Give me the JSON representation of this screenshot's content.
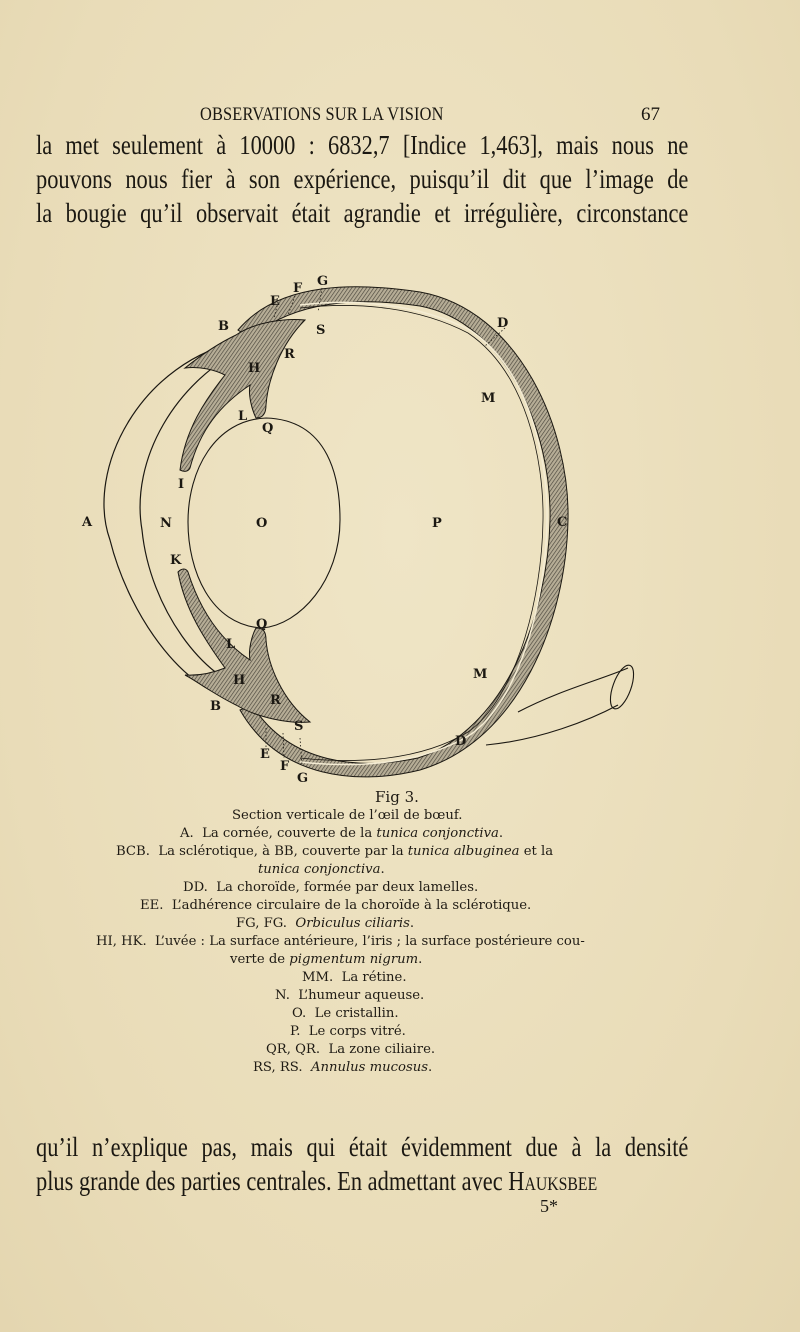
{
  "header": {
    "running_title": "OBSERVATIONS SUR LA VISION",
    "page_number": "67"
  },
  "paragraph_1": {
    "lines": [
      "la met seulement à 10000 : 6832,7 [Indice 1,463], mais nous ne",
      "pouvons nous fier à son expérience, puisqu’il dit que l’image de",
      "la bougie qu’il observait était agrandie et irrégulière, circonstance"
    ]
  },
  "figure": {
    "title": "Section verticale de l’œil de bœuf.",
    "number": "Fig 3.",
    "labels": {
      "A": "A",
      "B_top": "B",
      "B_bottom": "B",
      "C": "C",
      "D_top": "D",
      "D_bottom": "D",
      "E_top": "E",
      "E_bottom": "E",
      "F_top": "F",
      "F_bottom": "F",
      "G_top": "G",
      "G_bottom": "G",
      "H_top": "H",
      "H_bottom": "H",
      "I": "I",
      "K": "K",
      "L_top": "L",
      "L_bottom": "L",
      "M_top": "M",
      "M_bottom": "M",
      "N": "N",
      "O": "O",
      "P": "P",
      "Q_top": "Q",
      "Q_bottom": "Q",
      "R_top": "R",
      "R_bottom": "R",
      "S_top": "S",
      "S_bottom": "S"
    },
    "legend": [
      {
        "key": "A.",
        "text": "La cornée, couverte de la ",
        "italic": "tunica conjonctiva",
        "after": "."
      },
      {
        "key": "BCB.",
        "text": "La sclérotique, à BB, couverte par la ",
        "italic": "tunica albuginea",
        "after": " et la"
      },
      {
        "key": "",
        "text": "",
        "italic": "tunica conjonctiva",
        "after": "."
      },
      {
        "key": "DD.",
        "text": "La choroïde, formée par deux lamelles.",
        "italic": "",
        "after": ""
      },
      {
        "key": "EE.",
        "text": "L’adhérence circulaire de la choroïde à la sclérotique.",
        "italic": "",
        "after": ""
      },
      {
        "key": "FG, FG.",
        "text": "",
        "italic": "Orbiculus ciliaris",
        "after": "."
      },
      {
        "key": "HI, HK.",
        "text": "L’uvée : La surface antérieure, l’iris ; la surface postérieure cou-",
        "italic": "",
        "after": ""
      },
      {
        "key": "",
        "text": "verte de ",
        "italic": "pigmentum nigrum",
        "after": "."
      },
      {
        "key": "MM.",
        "text": "La rétine.",
        "italic": "",
        "after": ""
      },
      {
        "key": "N.",
        "text": "L’humeur aqueuse.",
        "italic": "",
        "after": ""
      },
      {
        "key": "O.",
        "text": "Le cristallin.",
        "italic": "",
        "after": ""
      },
      {
        "key": "P.",
        "text": "Le corps vitré.",
        "italic": "",
        "after": ""
      },
      {
        "key": "QR, QR.",
        "text": "La zone ciliaire.",
        "italic": "",
        "after": ""
      },
      {
        "key": "RS, RS.",
        "text": "",
        "italic": "Annulus mucosus",
        "after": "."
      }
    ]
  },
  "paragraph_2": {
    "lines": [
      "qu’il n’explique pas, mais qui était évidemment due à la densité",
      "plus grande des parties centrales. En admettant avec "
    ],
    "author_smallcaps": "Hauksbee"
  },
  "signature_mark": "5*",
  "colors": {
    "paper": "#ebe0bf",
    "ink": "#1b1812",
    "hatch": "#6e6a5e"
  }
}
